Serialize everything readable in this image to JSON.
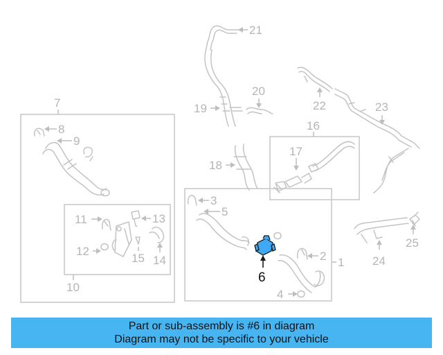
{
  "callouts": [
    {
      "id": "c1",
      "label": "1"
    },
    {
      "id": "c2",
      "label": "2"
    },
    {
      "id": "c3",
      "label": "3"
    },
    {
      "id": "c4",
      "label": "4"
    },
    {
      "id": "c5",
      "label": "5"
    },
    {
      "id": "c6",
      "label": "6"
    },
    {
      "id": "c7",
      "label": "7"
    },
    {
      "id": "c8",
      "label": "8"
    },
    {
      "id": "c9",
      "label": "9"
    },
    {
      "id": "c10",
      "label": "10"
    },
    {
      "id": "c11",
      "label": "11"
    },
    {
      "id": "c12",
      "label": "12"
    },
    {
      "id": "c13",
      "label": "13"
    },
    {
      "id": "c14",
      "label": "14"
    },
    {
      "id": "c15",
      "label": "15"
    },
    {
      "id": "c16",
      "label": "16"
    },
    {
      "id": "c17",
      "label": "17"
    },
    {
      "id": "c18",
      "label": "18"
    },
    {
      "id": "c19",
      "label": "19"
    },
    {
      "id": "c20",
      "label": "20"
    },
    {
      "id": "c21",
      "label": "21"
    },
    {
      "id": "c22",
      "label": "22"
    },
    {
      "id": "c23",
      "label": "23"
    },
    {
      "id": "c24",
      "label": "24"
    },
    {
      "id": "c25",
      "label": "25"
    }
  ],
  "highlighted_part": "6",
  "highlight_color": "#3fa9f5",
  "banner": {
    "line1": "Part or sub-assembly is #6 in diagram",
    "line2": "Diagram may not be specific to your vehicle",
    "background": "#48b5f3"
  }
}
